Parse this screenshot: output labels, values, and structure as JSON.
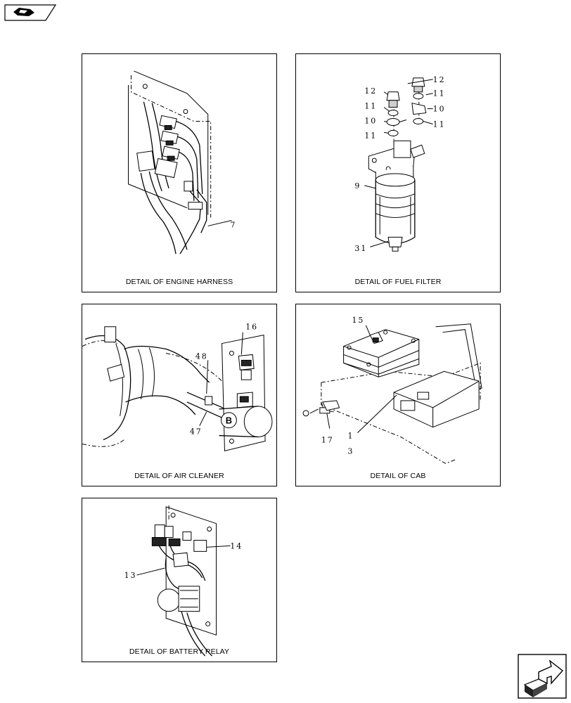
{
  "panels": {
    "engine_harness": {
      "caption": "DETAIL OF ENGINE HARNESS",
      "callouts": [
        "7"
      ]
    },
    "fuel_filter": {
      "caption": "DETAIL OF FUEL FILTER",
      "callouts": [
        "12",
        "11",
        "10",
        "11",
        "12",
        "11",
        "10",
        "11",
        "9",
        "31"
      ]
    },
    "air_cleaner": {
      "caption": "DETAIL OF AIR CLEANER",
      "callouts": [
        "16",
        "48",
        "47"
      ],
      "marker": "B"
    },
    "cab": {
      "caption": "DETAIL OF CAB",
      "callouts": [
        "15",
        "17",
        "1",
        "3"
      ]
    },
    "battery_relay": {
      "caption": "DETAIL OF BATTERY RELAY",
      "callouts": [
        "14",
        "13"
      ]
    }
  },
  "icons": {
    "top": "previous-page-arrow-icon",
    "bottom": "next-page-arrow-icon"
  }
}
